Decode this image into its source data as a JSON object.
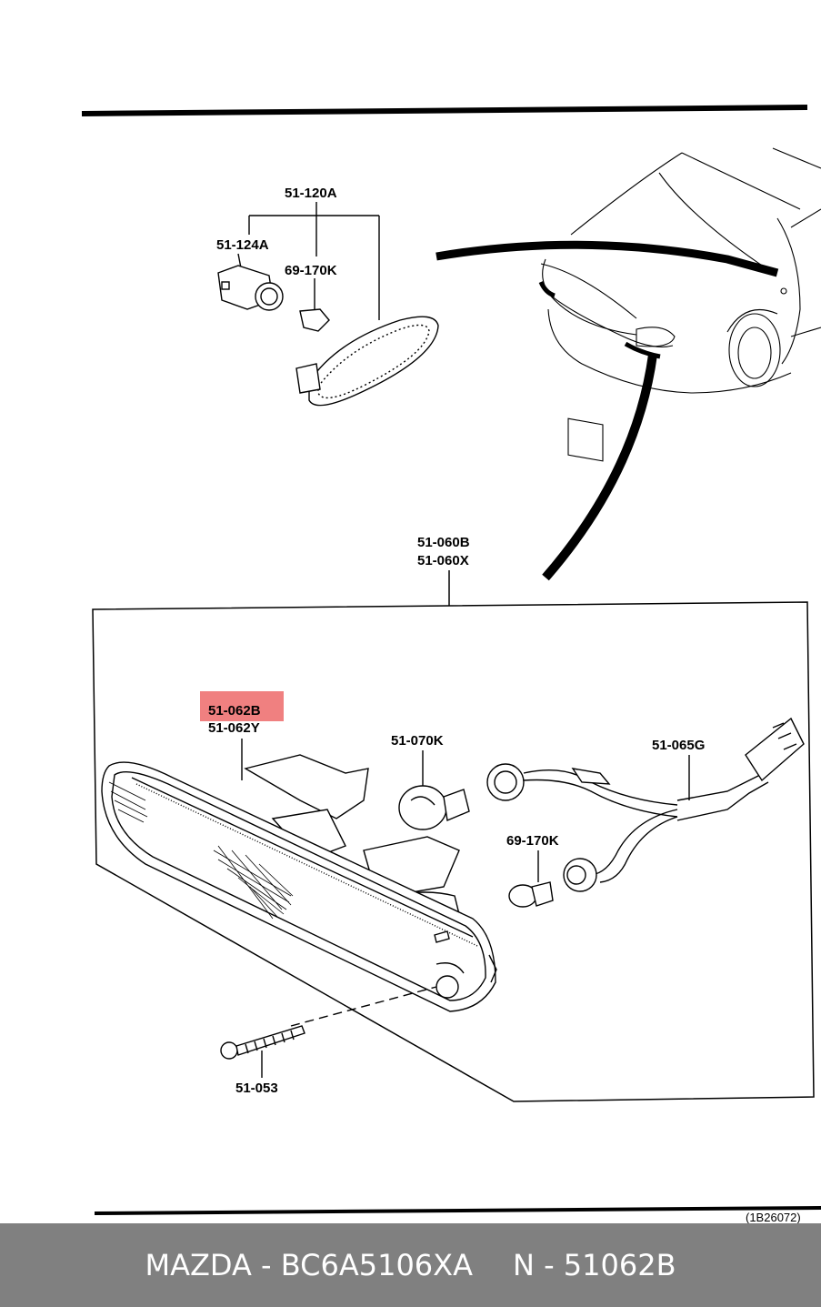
{
  "diagram": {
    "labels": {
      "p51_120a": "51-120A",
      "p51_124a": "51-124A",
      "p69_170k_top": "69-170K",
      "p51_060b": "51-060B",
      "p51_060x": "51-060X",
      "p51_062b": "51-062B",
      "p51_062y": "51-062Y",
      "p51_070k": "51-070K",
      "p51_065g": "51-065G",
      "p69_170k_bottom": "69-170K",
      "p51_053": "51-053",
      "ref_code": "(1B26072)"
    },
    "highlight_color": "#f08080"
  },
  "footer": {
    "brand_part": "MAZDA - BC6A5106XA",
    "number": "N - 51062B"
  }
}
